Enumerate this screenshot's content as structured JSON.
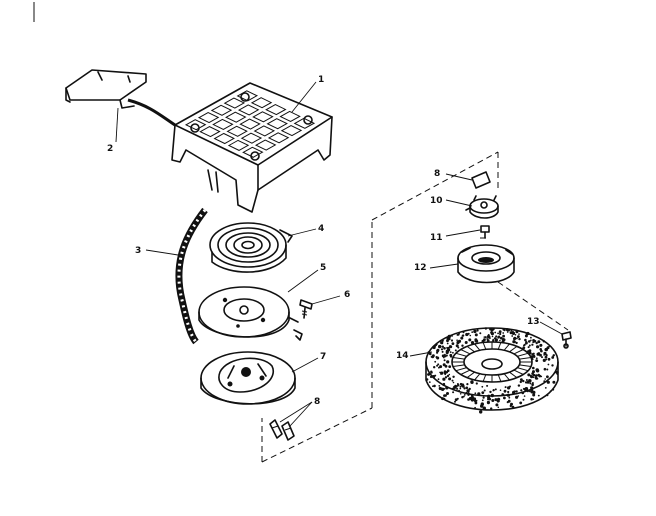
{
  "callouts": [
    {
      "id": "1",
      "text": "1"
    },
    {
      "id": "2",
      "text": "2"
    },
    {
      "id": "3",
      "text": "3"
    },
    {
      "id": "4",
      "text": "4"
    },
    {
      "id": "5",
      "text": "5"
    },
    {
      "id": "6",
      "text": "6"
    },
    {
      "id": "7",
      "text": "7"
    },
    {
      "id": "8a",
      "text": "8"
    },
    {
      "id": "8b",
      "text": "8"
    },
    {
      "id": "10",
      "text": "10"
    },
    {
      "id": "11",
      "text": "11"
    },
    {
      "id": "12",
      "text": "12"
    },
    {
      "id": "13",
      "text": "13"
    },
    {
      "id": "14",
      "text": "14"
    }
  ]
}
